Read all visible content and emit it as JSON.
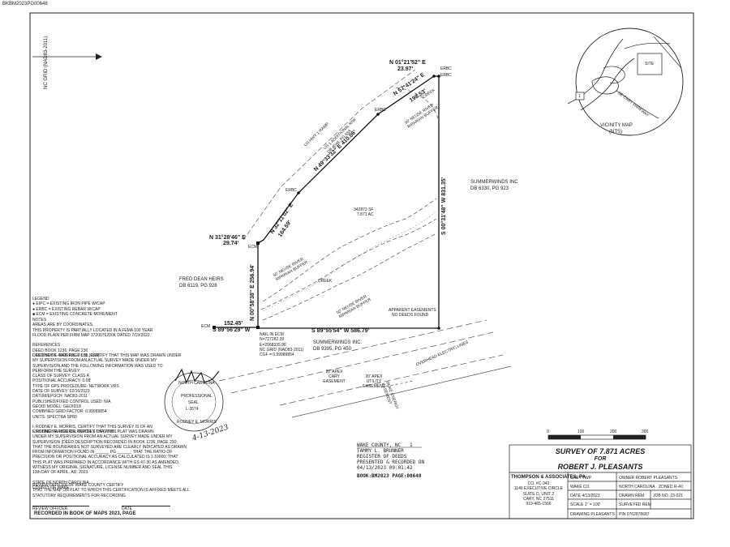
{
  "header": {
    "book_page_id": "BKBM2023PG00648"
  },
  "north_arrow": {
    "label": "NC GRID (NAD83-2011)"
  },
  "bearings": {
    "top_short": "N 01°21'52\" E",
    "top_short_dist": "23.97'",
    "ne_line": "N 57°41'24\" E",
    "ne_line_dist": "198.53'",
    "ramp_line": "N 49°33'32\" E  410.06'",
    "nw_line": "N 32°11'02\" E",
    "nw_line_dist": "164.59'",
    "west_short": "N 31°28'46\" E",
    "west_short_dist": "29.74'",
    "west_line": "N 00°58'38\" E  256.94'",
    "east_line": "S 00°31'48\" W  831.35'",
    "south_line": "S 89°55'54\" W  586.79'",
    "sw_short_dist": "152.45'",
    "sw_short": "S 89°56'29\" W"
  },
  "labels": {
    "erbc": "ERBC",
    "ecm": "ECM",
    "ramp": "US HWY 1 RAMP",
    "addl_rw": "US 1 ADDITIONAL R/W DB 4048, PG 658",
    "buffer_top": "50' NEUSE RIVER RIPARIAN BUFFER",
    "buffer_mid": "50' NEUSE RIVER RIPARIAN BUFFER",
    "buffer_low": "50' NEUSE RIVER RIPARIAN BUFFER",
    "creek": "CREEK",
    "creek_top": "CREEK",
    "area_sf": "342873 SF",
    "area_ac": "7.871 AC",
    "summerwinds_east_1": "SUMMERWINDS INC",
    "summerwinds_east_2": "DB 6330, PG 923",
    "summerwinds_south_1": "SUMMERWINDS INC.",
    "summerwinds_south_2": "DB 9395, PG 450",
    "fred_dean_1": "FRED DEAN HEIRS",
    "fred_dean_2": "DB 6119, PG 928",
    "apparent_easements_1": "APPARENT EASEMENTS",
    "apparent_easements_2": "NO DEEDS FOUND",
    "duke_lines": "OVERHEAD ELECTRIC LINES",
    "apex_cary": "20' APEX CARY EASEMENT",
    "apex_utility": "20' APEX UTILITY EASEMENT",
    "nail": "NAIL IN ECM\nN=727282.39\nE=2068335.86'\nNC GRID (NAD83-2011)\nCGF = 0.99989854",
    "duke_easement": "DUKE ENERGY EASEMENT"
  },
  "vicinity": {
    "title": "VICINITY MAP",
    "nts": "(NTS)",
    "site": "SITE",
    "road": "SE CARY PARKWAY",
    "route": "1"
  },
  "legend": {
    "text": "LEGEND\n● EIPC = EXISTING IRON PIPE W/CAP\n● ERBC = EXISTING REBAR W/CAP\n■ ECM = EXISTING CONCRETE MONUMENT"
  },
  "notes": {
    "text": "NOTES\nAREAS ARE BY COORDINATES.\nTHIS PROPERTY IS PARTIALLY LOCATED IN A FEMA 100 YEAR\nFLOOD PLAIN PER FIRM MAP 3720076200K DATED 7/19/2022.\n\nREFERENCES\nDEED BOOK 1236, PAGE 230\nDEED BOOK 4048, PAGE 658 (R/W)"
  },
  "certificate1": {
    "text": "I, RODNEY E. MORRIS, P.L.S., CERTIFY THAT THIS MAP WAS DRAWN UNDER\nMY SUPERVISION FROM AN ACTUAL SURVEY MADE UNDER MY\nSUPERVISION AND THE FOLLOWING INFORMATION WAS USED TO\nPERFORM THE SURVEY:\nCLASS OF SURVEY: CLASS A\nPOSITIONAL ACCURACY: 0.08'\nTYPE OF GPS PROCEDURE: NETWORK VRS\nDATE OF SURVEY: 02/16/2023\nDATUM/EPOCH: NAD83-2011\nPUBLISHED/FIXED CONTROL USED: N/A\nGEOID MODEL: GEOID18\nCOMBINED GRID FACTOR: 0.99989854\nUNITS: SPECTRA SP80\n\nI, RODNEY E. MORRIS, CERTIFY THAT THIS SURVEY IS OF AN\nEXISTING PARCEL OR PARCELS OF LAND."
  },
  "certificate2": {
    "text": "I, RODNEY E. MORRIS, CERTIFY THAT THIS PLAT WAS DRAWN\nUNDER MY SUPERVISION FROM AN ACTUAL SURVEY MADE UNDER MY\nSUPERVISION (DEED DESCRIPTION RECORDED IN BOOK 1236, PAGE 230;\nTHAT THE BOUNDARIES NOT SURVEYED ARE CLEARLY INDICATED AS DRAWN\nFROM INFORMATION FOUND IN ______ PG ______; THAT THE RATIO OF\nPRECISION OR POSITIONAL ACCURACY AS CALCULATED IS 1:10000; THAT\nTHIS PLAT WAS PREPARED IN ACCORDANCE WITH GS 47-30 AS AMENDED.\nWITNESS MY ORIGINAL SIGNATURE, LICENSE NUMBER AND SEAL THIS\n13th DAY OF APRIL, AD, 2023.\n\nSTATE OF NORTH CAROLINA\nCOUNTY OF WAKE"
  },
  "review": {
    "text": "REVIEW OFFICER OF WAKE COUNTY CERTIFY\nTHAT THE MAP OR PLAT TO WHICH THIS CERTIFICATION IS AFFIXED MEETS ALL\nSTATUTORY REQUIREMENTS FOR RECORDING.",
    "officer_label": "REVIEW OFFICER",
    "date_label": "DATE",
    "recorded": "RECORDED IN BOOK OF MAPS 2023, PAGE"
  },
  "seal": {
    "top": "NORTH CAROLINA",
    "mid1": "PROFESSIONAL",
    "mid2": "SEAL",
    "mid3": "L-3574",
    "bottom": "RODNEY E. MORRIS",
    "date_handwritten": "4-13-2023"
  },
  "register": {
    "text": "WAKE COUNTY, NC   1\nTAMMY L. BRUNNER\nREGISTER OF DEEDS\nPRESENTED & RECORDED ON\n04/13/2023 09:01:42",
    "book_page": "BOOK:BM2023 PAGE:00648"
  },
  "scale_bar": {
    "ticks": [
      "0",
      "100",
      "200",
      "300"
    ]
  },
  "title_block": {
    "line1": "SURVEY OF 7.871 ACRES",
    "line2": "FOR",
    "line3": "ROBERT J. PLEASANTS",
    "firm_name": "THOMPSON & ASSOCIATES, PA",
    "firm_lines": "CO. #C-343\n1146 EXECUTIVE CIRCLE\nSUITE D, UNIT 2\nCARY, NC 27511\n919-465-1566",
    "cells": {
      "twp": "CARY TWP.",
      "owner": "OWNER  ROBERT PLEASANTS",
      "county": "WAKE CO.",
      "state": "NORTH CAROLINA",
      "zoned": "ZONED  R-40",
      "date": "DATE  4/13/2023",
      "drawn": "DRAWN  REM",
      "job": "JOB NO.  23-021",
      "scale": "SCALE 1\" = 100'",
      "surveyed": "SURVEYED  REM",
      "drawing": "DRAWING  PLEASANTS",
      "pin": "PIN  0762878687"
    }
  }
}
